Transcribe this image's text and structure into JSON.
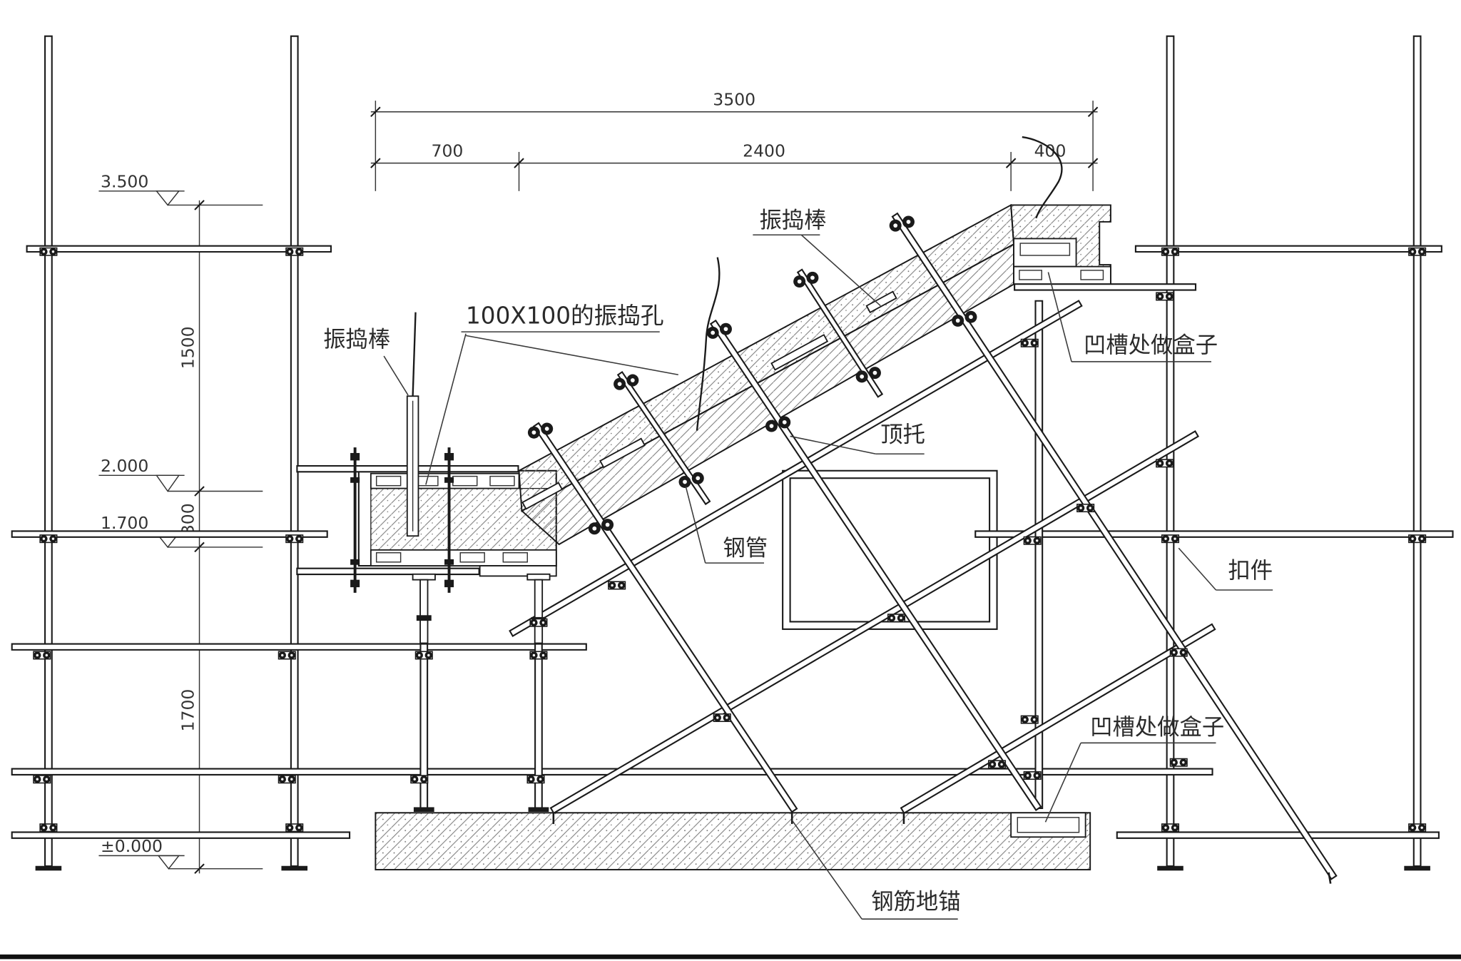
{
  "dimensions": {
    "top_total": "3500",
    "top_seg_1": "700",
    "top_seg_2": "2400",
    "top_seg_3": "400",
    "vert_seg_1": "1500",
    "vert_seg_2": "300",
    "vert_seg_3": "1700"
  },
  "elevations": {
    "el_3500": "3.500",
    "el_2000": "2.000",
    "el_1700": "1.700",
    "el_0": "±0.000"
  },
  "labels": {
    "vibrator_left": "振捣棒",
    "vibrator_top": "振捣棒",
    "vibration_hole": "100X100的振捣孔",
    "groove_box_upper": "凹槽处做盒子",
    "groove_box_lower": "凹槽处做盒子",
    "top_support": "顶托",
    "steel_pipe": "钢管",
    "coupler": "扣件",
    "rebar_anchor": "钢筋地锚"
  },
  "colors": {
    "line": "#1a1a1a",
    "text": "#2a2a2a",
    "hatch": "#777777"
  }
}
